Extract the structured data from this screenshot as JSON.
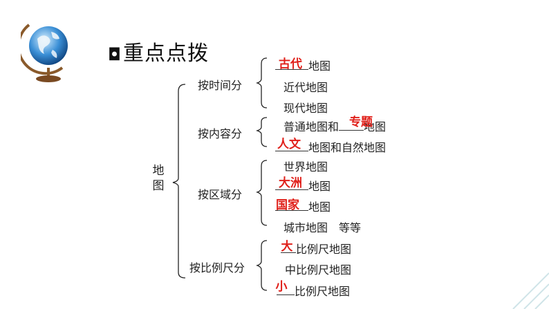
{
  "title": {
    "marker": "◘",
    "text": "重点点拨"
  },
  "globe_icon": "globe-icon",
  "root_label": "地图",
  "categories": [
    {
      "label": "按时间分",
      "items": [
        {
          "answer": "古代",
          "after": "地图"
        },
        {
          "text": "近代地图"
        },
        {
          "text": "现代地图"
        }
      ]
    },
    {
      "label": "按内容分",
      "items": [
        {
          "before": "普通地图和",
          "answer": "专题",
          "after": "地图"
        },
        {
          "answer": "人文",
          "after": "地图和自然地图"
        }
      ]
    },
    {
      "label": "按区域分",
      "items": [
        {
          "text": "世界地图"
        },
        {
          "answer": "大洲",
          "after": "地图"
        },
        {
          "answer": "国家",
          "after": "地图"
        },
        {
          "text": "城市地图　等等"
        }
      ]
    },
    {
      "label": "按比例尺分",
      "items": [
        {
          "answer": "大",
          "after": "比例尺地图"
        },
        {
          "text": "中比例尺地图"
        },
        {
          "answer": "小",
          "after": "比例尺地图"
        }
      ]
    }
  ],
  "colors": {
    "answer": "#e0201a",
    "accent_lines": "#cfe4e8"
  }
}
